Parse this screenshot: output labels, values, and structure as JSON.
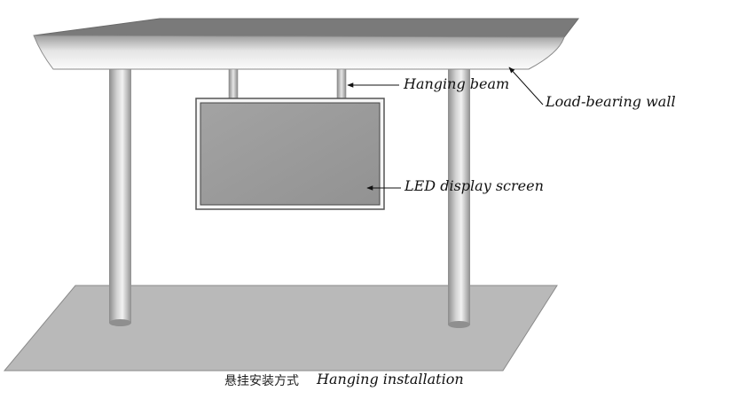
{
  "labels": {
    "hanging_beam": "Hanging beam",
    "load_bearing_wall": "Load-bearing wall",
    "led_screen": "LED display screen"
  },
  "caption": {
    "chinese": "悬挂安装方式",
    "english": "Hanging installation"
  },
  "colors": {
    "ground": "#b9b9b9",
    "screen_face": "#9a9a9a",
    "roof_top": "#7c7c7c",
    "pillar": "#c8c8c8"
  }
}
